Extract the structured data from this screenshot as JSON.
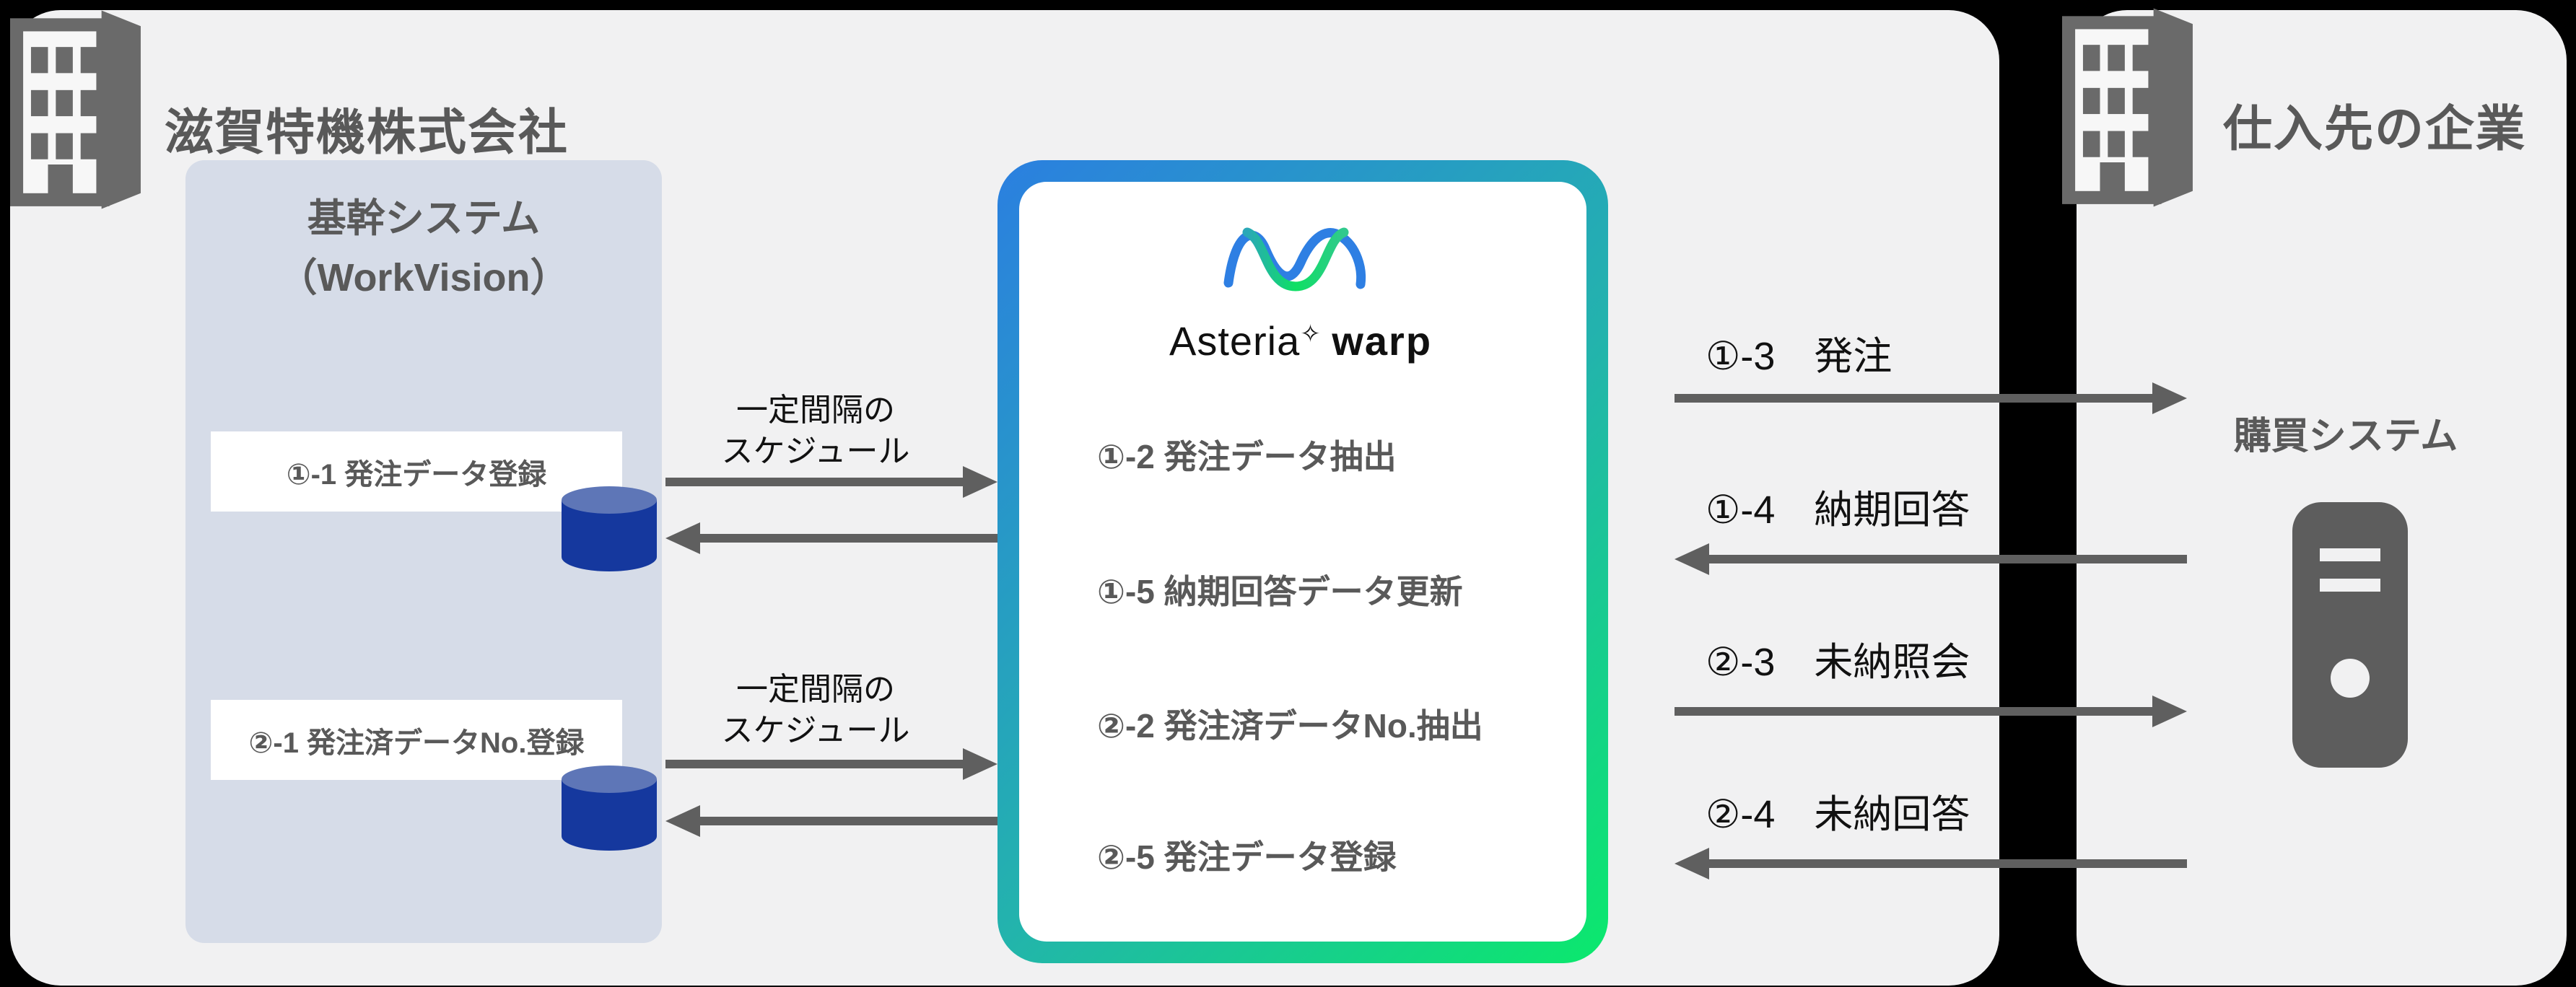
{
  "left_company": {
    "name": "滋賀特機株式会社",
    "core_system": {
      "title_line1": "基幹システム",
      "title_line2": "（WorkVision）",
      "steps": [
        "①-1 発注データ登録",
        "②-1 発注済データNo.登録"
      ]
    }
  },
  "schedules": [
    {
      "line1": "一定間隔の",
      "line2": "スケジュール"
    },
    {
      "line1": "一定間隔の",
      "line2": "スケジュール"
    }
  ],
  "middleware": {
    "brand": {
      "name_left": "Asteria",
      "sparkle": "✧",
      "name_right": "warp"
    },
    "items": [
      "①-2 発注データ抽出",
      "①-5 納期回答データ更新",
      "②-2 発注済データNo.抽出",
      "②-5 発注データ登録"
    ]
  },
  "right_company": {
    "name": "仕入先の企業",
    "system_label": "購買システム"
  },
  "flows": [
    {
      "label": "①-3　発注",
      "direction": "right"
    },
    {
      "label": "①-4　納期回答",
      "direction": "left"
    },
    {
      "label": "②-3　未納照会",
      "direction": "right"
    },
    {
      "label": "②-4　未納回答",
      "direction": "left"
    }
  ],
  "icons": {
    "left_building": "building-icon",
    "right_building": "building-icon",
    "databases": [
      "database-cylinder-icon",
      "database-cylinder-icon"
    ],
    "server": "server-tower-icon",
    "logo_mark": "asteria-wave-logo-icon"
  },
  "colors": {
    "background": "#000000",
    "panel_gray": "#f1f1f2",
    "core_box_blue_gray": "#d6dce8",
    "text_gray": "#595959",
    "label_black": "#111111",
    "arrow_gray": "#5f5f5f",
    "database_blue": "#15389e",
    "database_top_blue": "#5e76b7",
    "warp_gradient_blue": "#2b7fe0",
    "warp_gradient_teal": "#23b3ad",
    "warp_gradient_green": "#0be96c",
    "logo_blue": "#2e7fe3",
    "logo_green": "#0ee063"
  }
}
